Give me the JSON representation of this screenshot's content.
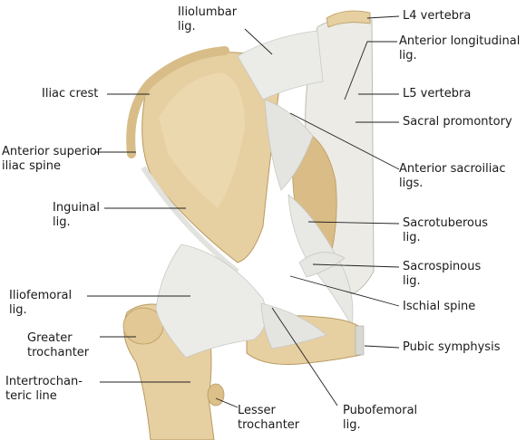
{
  "labels": {
    "iliolumbar": "Iliolumbar\nlig.",
    "l4": "L4 vertebra",
    "anterior_longitudinal": "Anterior longitudinal\nlig.",
    "iliac_crest": "Iliac crest",
    "l5": "L5 vertebra",
    "sacral_promontory": "Sacral promontory",
    "asis": "Anterior superior\niliac spine",
    "anterior_sacroiliac": "Anterior sacroiliac\nligs.",
    "inguinal": "Inguinal\nlig.",
    "sacrotuberous": "Sacrotuberous\nlig.",
    "sacrospinous": "Sacrospinous\nlig.",
    "iliofemoral": "Iliofemoral\nlig.",
    "ischial_spine": "Ischial spine",
    "greater_trochanter": "Greater\ntrochanter",
    "pubic_symphysis": "Pubic symphysis",
    "intertrochanteric": "Intertrochan-\nteric line",
    "lesser_trochanter": "Lesser\ntrochanter",
    "pubofemoral": "Pubofemoral\nlig."
  },
  "colors": {
    "bone": "#e6cfa0",
    "bone_shadow": "#c9a86e",
    "ligament": "#ebebe8",
    "ligament_shade": "#c9c9c4"
  }
}
